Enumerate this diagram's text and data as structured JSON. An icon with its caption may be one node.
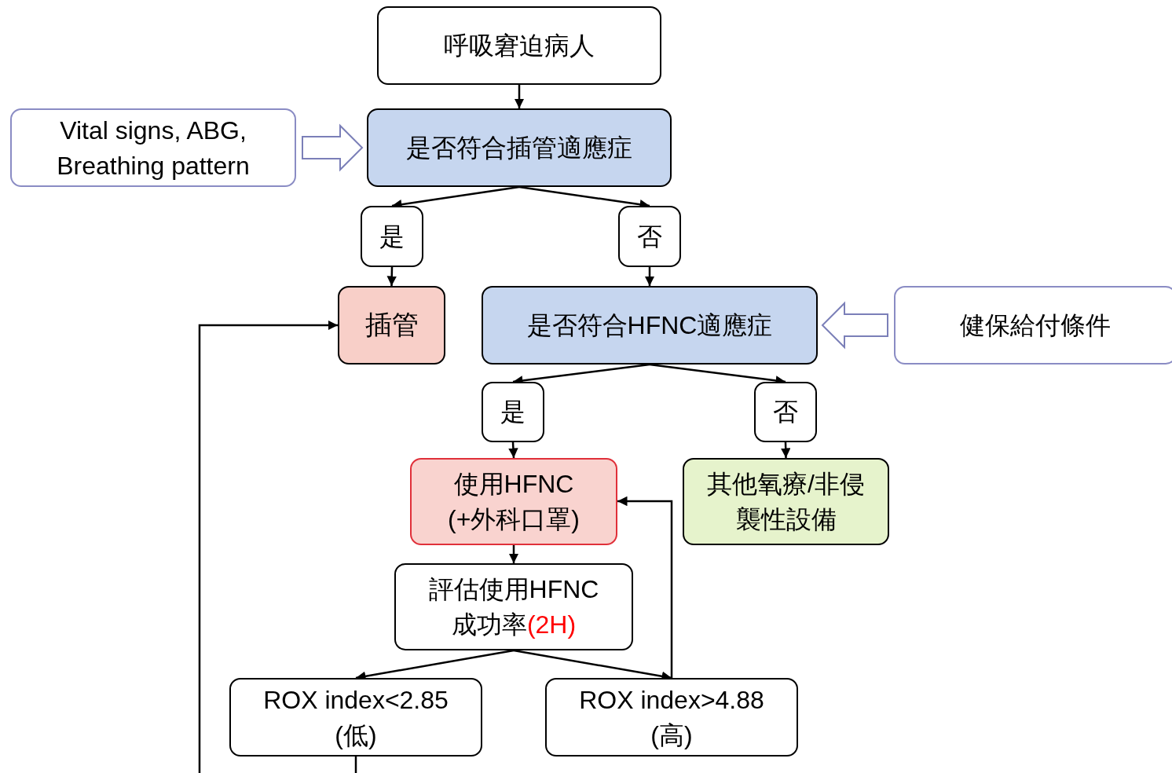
{
  "diagram": {
    "nodes": [
      {
        "text": [
          "呼吸窘迫病人"
        ]
      },
      {
        "text": [
          "是否符合插管適應症"
        ]
      },
      {
        "text": [
          "Vital signs, ABG, Breathing pattern"
        ]
      },
      {
        "text": [
          "是"
        ]
      },
      {
        "text": [
          "否"
        ]
      },
      {
        "text": [
          "插管"
        ]
      },
      {
        "text": [
          "是否符合HFNC適應症"
        ]
      },
      {
        "text": [
          "健保給付條件"
        ]
      },
      {
        "text": [
          "是"
        ]
      },
      {
        "text": [
          "否"
        ]
      },
      {
        "text": [
          "使用HFNC (+外科口罩)"
        ]
      },
      {
        "text": [
          "其他氧療/非侵襲性設備"
        ]
      },
      {
        "text": [
          "評估使用HFNC成功率",
          "(2H)"
        ]
      },
      {
        "text": [
          "ROX index<2.85 (低)"
        ]
      },
      {
        "text": [
          "ROX index>4.88 (高)"
        ]
      }
    ],
    "edges": [
      {
        "from": 0,
        "to": 1,
        "arrow": "to"
      },
      {
        "from": 2,
        "to": 1,
        "arrow": "to",
        "style": "thick",
        "color": "#7b7fb8"
      },
      {
        "from": 1,
        "to": 3,
        "arrow": "to"
      },
      {
        "from": 1,
        "to": 4,
        "arrow": "to"
      },
      {
        "from": 3,
        "to": 5,
        "arrow": "to"
      },
      {
        "from": 4,
        "to": 6,
        "arrow": "to"
      },
      {
        "from": 7,
        "to": 6,
        "arrow": "to",
        "style": "thick",
        "color": "#7b7fb8"
      },
      {
        "from": 6,
        "to": 8,
        "arrow": "to"
      },
      {
        "from": 6,
        "to": 9,
        "arrow": "to"
      },
      {
        "from": 8,
        "to": 10,
        "arrow": "to"
      },
      {
        "from": 9,
        "to": 11,
        "arrow": "to"
      },
      {
        "from": 10,
        "to": 12,
        "arrow": "to"
      },
      {
        "from": 12,
        "to": 13,
        "arrow": "to"
      },
      {
        "from": 12,
        "to": 14,
        "arrow": "to"
      },
      {
        "from": 14,
        "to": 10,
        "arrow": "to"
      },
      {
        "from": 13,
        "to": 5,
        "arrow": "to"
      }
    ]
  }
}
